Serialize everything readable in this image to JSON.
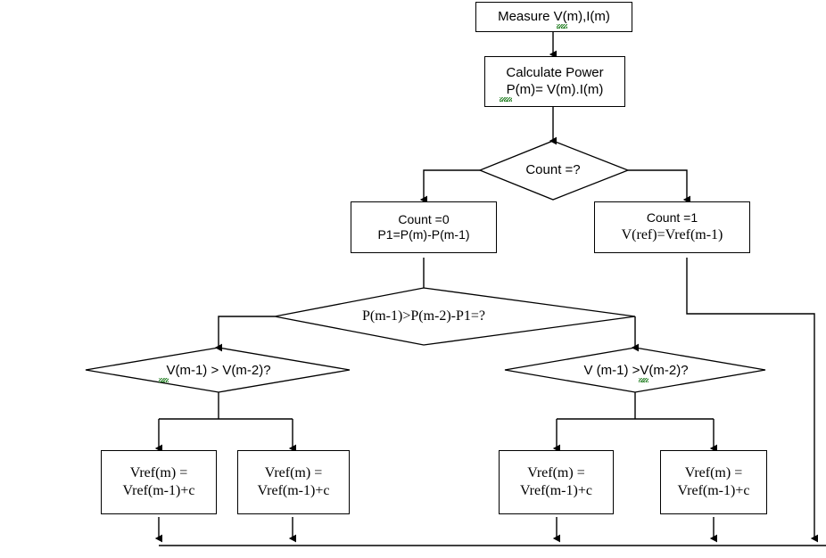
{
  "diagram": {
    "title": "MPPT control flowchart",
    "type": "flowchart",
    "colors": {
      "stroke": "#000000",
      "background": "#ffffff",
      "text": "#000000",
      "spellcheck_underline": "#1a7a1a"
    },
    "nodes": [
      {
        "id": "measure",
        "shape": "process",
        "lines": [
          "Measure V(m),I(m)"
        ]
      },
      {
        "id": "calc_power",
        "shape": "process",
        "lines": [
          "Calculate Power",
          "P(m)= V(m).I(m)"
        ]
      },
      {
        "id": "count_test",
        "shape": "decision",
        "lines": [
          "Count =?"
        ]
      },
      {
        "id": "count0",
        "shape": "process",
        "lines": [
          "Count =0",
          "P1=P(m)-P(m-1)"
        ]
      },
      {
        "id": "count1",
        "shape": "process",
        "lines": [
          "Count =1",
          "V(ref)=Vref(m-1)"
        ]
      },
      {
        "id": "power_test",
        "shape": "decision",
        "lines": [
          "P(m-1)>P(m-2)-P1=?"
        ]
      },
      {
        "id": "volt_test_left",
        "shape": "decision",
        "lines": [
          "V(m-1) > V(m-2)?"
        ]
      },
      {
        "id": "volt_test_right",
        "shape": "decision",
        "lines": [
          "V (m-1) >V(m-2)?"
        ]
      },
      {
        "id": "vref_1",
        "shape": "process",
        "lines": [
          "Vref(m) =",
          "Vref(m-1)+c"
        ]
      },
      {
        "id": "vref_2",
        "shape": "process",
        "lines": [
          "Vref(m) =",
          "Vref(m-1)+c"
        ]
      },
      {
        "id": "vref_3",
        "shape": "process",
        "lines": [
          "Vref(m) =",
          "Vref(m-1)+c"
        ]
      },
      {
        "id": "vref_4",
        "shape": "process",
        "lines": [
          "Vref(m) =",
          "Vref(m-1)+c"
        ]
      }
    ]
  }
}
